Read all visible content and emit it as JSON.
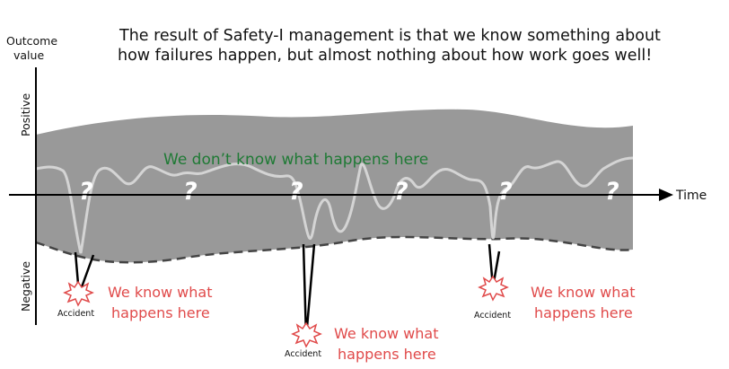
{
  "title": {
    "line1": "The result of Safety-I management is that we know something about",
    "line2": "how failures happen, but almost nothing about how work goes well!"
  },
  "y_axis": {
    "title_line1": "Outcome",
    "title_line2": "value",
    "positive_label": "Positive",
    "negative_label": "Negative"
  },
  "x_axis": {
    "label": "Time"
  },
  "unknown_region": {
    "text": "We don’t know what happens here",
    "question_mark": "?"
  },
  "accidents": [
    {
      "label": "Accident",
      "text_line1": "We know what",
      "text_line2": "happens here"
    },
    {
      "label": "Accident",
      "text_line1": "We know what",
      "text_line2": "happens here"
    },
    {
      "label": "Accident",
      "text_line1": "We know what",
      "text_line2": "happens here"
    }
  ],
  "colors": {
    "band": "#999999",
    "signal": "#d4d4d4",
    "unknown_text": "#1f7a35",
    "known_text": "#e04a4a",
    "axis": "#000000"
  }
}
